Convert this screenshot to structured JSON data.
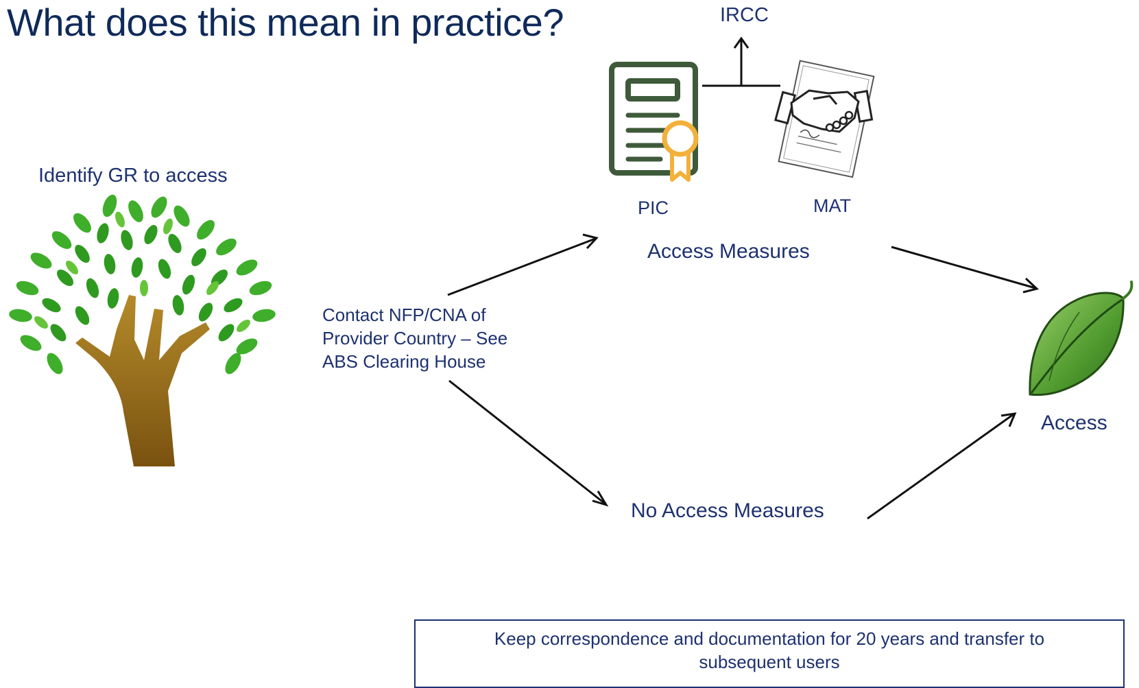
{
  "slide": {
    "title": "What does this mean in practice?"
  },
  "source": {
    "label": "Identify GR to access",
    "icon": "tree-icon"
  },
  "contact": {
    "text": "Contact NFP/CNA of Provider Country – See ABS Clearing House"
  },
  "access_measures": {
    "label": "Access Measures",
    "documents": [
      {
        "label": "PIC",
        "icon": "certificate-icon"
      },
      {
        "label": "MAT",
        "icon": "handshake-contract-icon"
      }
    ],
    "upstream": "IRCC"
  },
  "no_access_measures": {
    "label": "No Access Measures"
  },
  "outcome": {
    "label": "Access",
    "icon": "leaf-icon"
  },
  "note": {
    "text": "Keep correspondence and documentation for 20 years and transfer to subsequent users"
  },
  "colors": {
    "text": "#1d3170",
    "title": "#0f2a5a",
    "leaf_green": "#3fae2a",
    "trunk_brown": "#8a6418",
    "certificate_green": "#3e5a3a",
    "ribbon_gold": "#f2b13a"
  }
}
